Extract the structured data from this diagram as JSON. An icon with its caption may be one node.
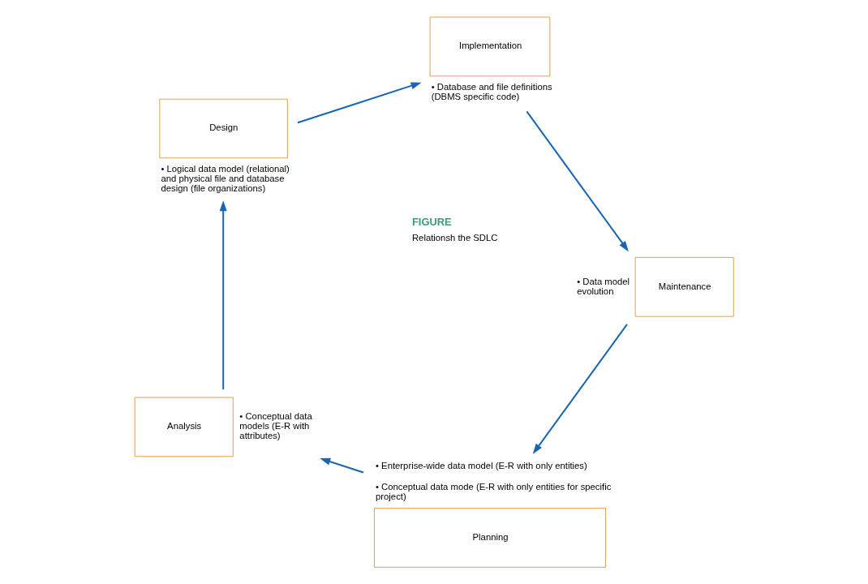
{
  "diagram": {
    "nodes": [
      {
        "text": [
          "Planning"
        ],
        "beside": [
          "• Enterprise-wide data model (E-R with only entities)",
          "• Conceptual data mode (E-R with only entities for specific project)"
        ]
      },
      {
        "text": [
          "Analysis"
        ],
        "beside": [
          "• Conceptual data models (E-R with attributes)"
        ]
      },
      {
        "text": [
          "Design"
        ],
        "beside": [
          "• Logical data model (relational) and physical file and database design (file organizations)"
        ]
      },
      {
        "text": [
          "Implementation"
        ],
        "beside": [
          "• Database and file definitions (DBMS specific code)"
        ]
      },
      {
        "text": [
          "Maintenance"
        ],
        "beside": [
          "• Data model evolution"
        ]
      }
    ],
    "edges": [
      {
        "from": 0,
        "to": 1,
        "arrow": "to"
      },
      {
        "from": 1,
        "to": 2,
        "arrow": "to"
      },
      {
        "from": 2,
        "to": 3,
        "arrow": "to"
      },
      {
        "from": 3,
        "to": 4,
        "arrow": "to"
      },
      {
        "from": 4,
        "to": 0,
        "arrow": "to"
      }
    ],
    "labels": [
      "FIGURE",
      "Relationsh the SDLC"
    ]
  }
}
